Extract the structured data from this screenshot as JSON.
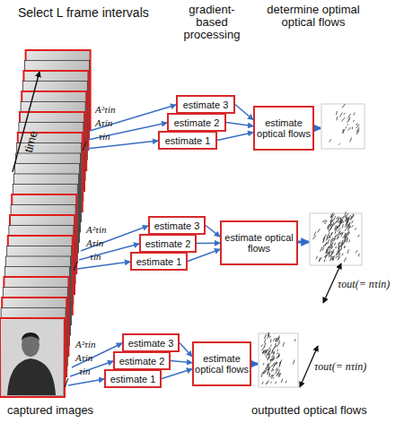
{
  "diagram": {
    "nodes": [
      {
        "text": [
          "estimate 3"
        ]
      },
      {
        "text": [
          "estimate 2"
        ]
      },
      {
        "text": [
          "estimate 1"
        ]
      },
      {
        "text": [
          "estimate optical flows"
        ]
      },
      {
        "text": [
          "estimate 3"
        ]
      },
      {
        "text": [
          "estimate 2"
        ]
      },
      {
        "text": [
          "estimate 1"
        ]
      },
      {
        "text": [
          "estimate optical flows"
        ]
      },
      {
        "text": [
          "estimate 3"
        ]
      },
      {
        "text": [
          "estimate 2"
        ]
      },
      {
        "text": [
          "estimate 1"
        ]
      },
      {
        "text": [
          "estimate optical flows"
        ]
      }
    ],
    "edges": [
      {
        "from": 0,
        "to": 3,
        "arrow": "to"
      },
      {
        "from": 1,
        "to": 3,
        "arrow": "to"
      },
      {
        "from": 2,
        "to": 3,
        "arrow": "to"
      },
      {
        "from": 4,
        "to": 7,
        "arrow": "to"
      },
      {
        "from": 5,
        "to": 7,
        "arrow": "to"
      },
      {
        "from": 6,
        "to": 7,
        "arrow": "to"
      },
      {
        "from": 8,
        "to": 11,
        "arrow": "to"
      },
      {
        "from": 9,
        "to": 11,
        "arrow": "to"
      },
      {
        "from": 10,
        "to": 11,
        "arrow": "to"
      }
    ],
    "labels": [
      "Select L frame intervals",
      "gradient-based processing",
      "determine optimal optical flows",
      "time",
      "A²τin",
      "Aτin",
      "τin",
      "A²τin",
      "Aτin",
      "τin",
      "A²τin",
      "Aτin",
      "τin",
      "τout(= nτin)",
      "τout(= nτin)",
      "captured images",
      "outputted optical flows"
    ]
  }
}
